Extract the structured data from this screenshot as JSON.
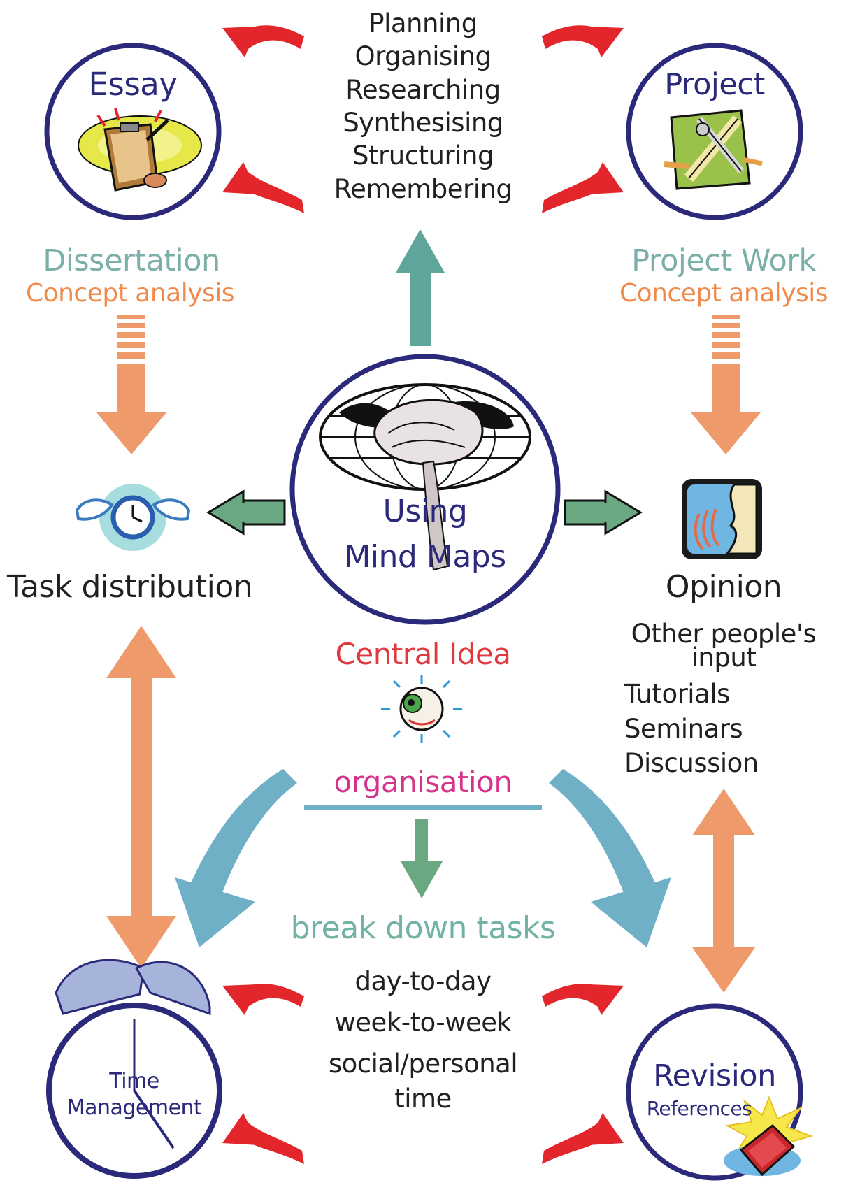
{
  "colors": {
    "navy": "#2b2a7a",
    "red_arrow": "#e3262b",
    "teal_arrow": "#5fa59b",
    "orange_arrow": "#ee9a6b",
    "green_arrow": "#6aa882",
    "blue_sweep": "#6fb0c6",
    "dissertation_teal": "#7bb0a8",
    "orange_text": "#f08a4b",
    "central_red": "#e03a3e",
    "organisation_pink": "#d6338a",
    "tasks_teal": "#72b3a5",
    "text_dark": "#231f20"
  },
  "top_skills": [
    "Planning",
    "Organising",
    "Researching",
    "Synthesising",
    "Structuring",
    "Remembering"
  ],
  "essay": {
    "title": "Essay",
    "icon": "clipboard-icon"
  },
  "project": {
    "title": "Project",
    "icon": "drafting-tools-icon"
  },
  "left_branch": {
    "title": "Dissertation",
    "subtitle": "Concept analysis"
  },
  "right_branch": {
    "title": "Project Work",
    "subtitle": "Concept analysis"
  },
  "center": {
    "line1": "Using",
    "line2": "Mind Maps",
    "icon": "brain-globe-icon"
  },
  "task_distribution": {
    "label": "Task distribution",
    "icon": "winged-clock-icon"
  },
  "opinion": {
    "label": "Opinion",
    "icon": "speaking-head-icon",
    "items": [
      "Other people's",
      "input",
      "Tutorials",
      "Seminars",
      "Discussion"
    ]
  },
  "central_idea": {
    "label": "Central Idea",
    "icon": "eyeball-icon"
  },
  "organisation": {
    "label": "organisation"
  },
  "break_down": {
    "label": "break down tasks",
    "items": [
      "day-to-day",
      "week-to-week",
      "social/personal",
      "time"
    ]
  },
  "time_management": {
    "line1": "Time",
    "line2": "Management",
    "icon": "alarm-clock-icon"
  },
  "revision": {
    "title": "Revision",
    "subtitle": "References",
    "icon": "book-icon"
  }
}
